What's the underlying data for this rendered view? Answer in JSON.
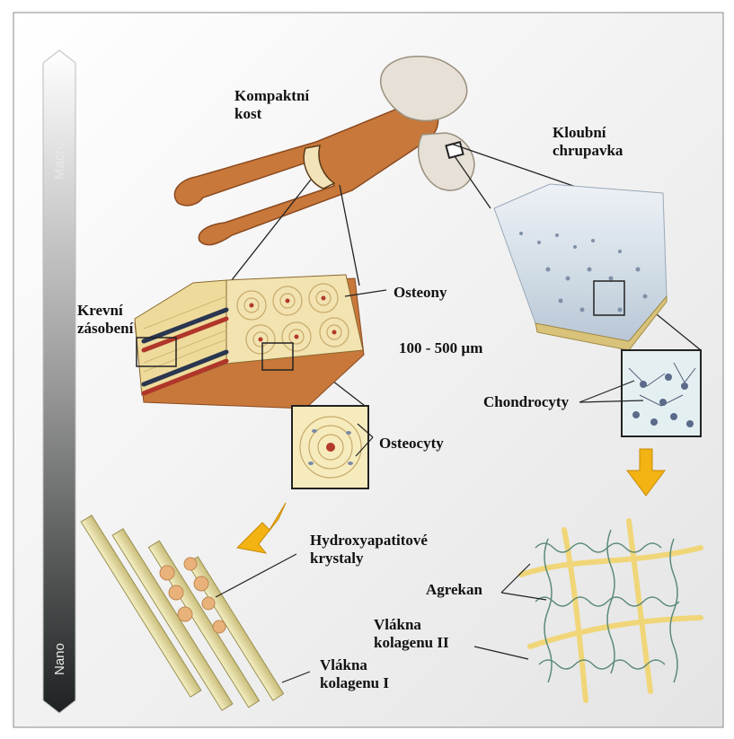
{
  "scale": {
    "top": "Macro",
    "bottom": "Nano"
  },
  "labels": {
    "compact_bone": [
      "Kompaktní",
      "kost"
    ],
    "cartilage": [
      "Kloubní",
      "chrupavka"
    ],
    "blood_supply": [
      "Krevní",
      "zásobení"
    ],
    "osteons": "Osteony",
    "osteon_size": "100 - 500 µm",
    "osteocytes": "Osteocyty",
    "chondrocytes": "Chondrocyty",
    "hydroxyapatite": [
      "Hydroxyapatitové",
      "krystaly"
    ],
    "aggrecan": "Agrekan",
    "collagen_ii": [
      "Vlákna",
      "kolagenu II"
    ],
    "collagen_i": [
      "Vlákna",
      "kolagenu I"
    ]
  },
  "colors": {
    "bone": "#c8783a",
    "bone_head": "#e6e0d6",
    "collagen": "#e8dca0",
    "cartilage": "#dfe6ef",
    "arrow": "#f2b313"
  }
}
